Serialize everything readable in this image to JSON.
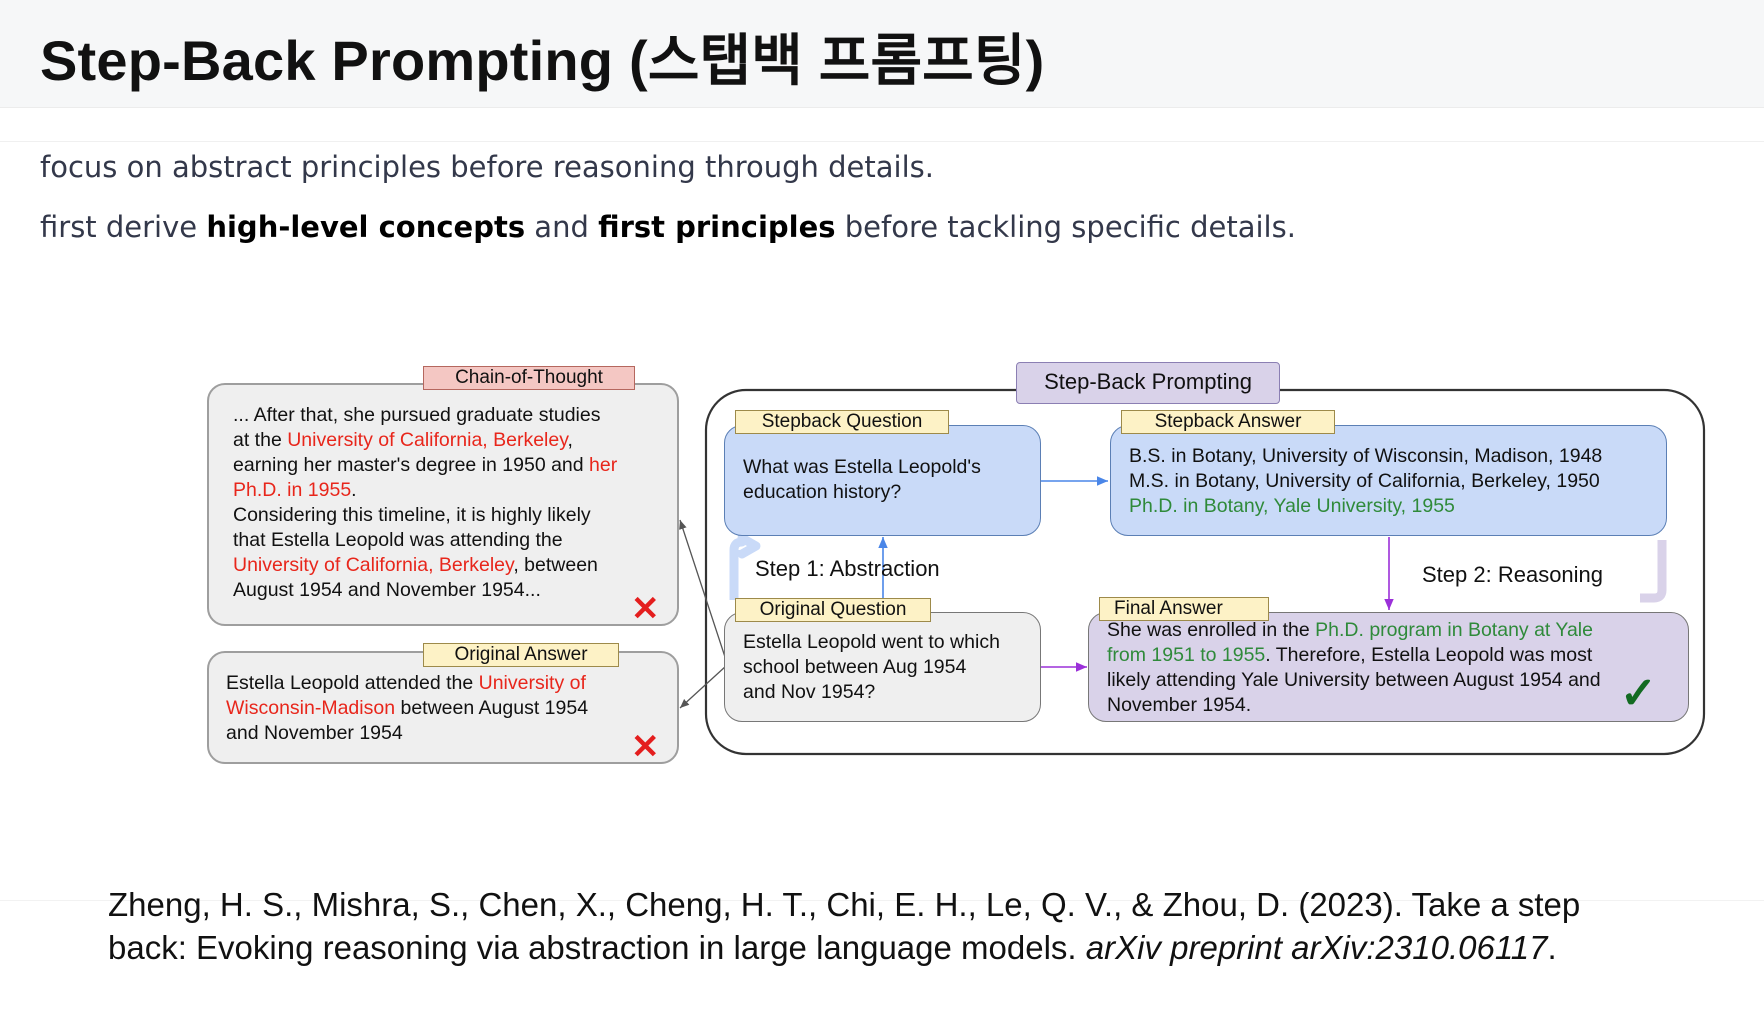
{
  "title": "Step-Back Prompting (스탭백 프롬프팅)",
  "intro": {
    "line1": "focus on abstract principles before reasoning through details.",
    "line2_pre": "first derive ",
    "line2_bold1": "high-level concepts",
    "line2_mid": " and ",
    "line2_bold2": "first principles",
    "line2_post": " before tackling specific details."
  },
  "diagram": {
    "cot": {
      "tag": "Chain-of-Thought",
      "l1": "... After that, she pursued graduate studies",
      "l2a": "at the ",
      "l2b": "University of California, Berkeley",
      "l2c": ",",
      "l3a": "earning her master's degree in 1950 and ",
      "l3b": "her",
      "l4": "Ph.D. in 1955",
      "l4c": ".",
      "l5": "Considering this timeline, it is highly likely",
      "l6": "that Estella Leopold was attending the",
      "l7a": "University of California, Berkeley",
      "l7b": ", between",
      "l8": "August 1954 and November 1954...",
      "mark": "✕"
    },
    "original_answer": {
      "tag": "Original Answer",
      "l1a": "Estella Leopold attended the ",
      "l1b": "University of",
      "l2a": "Wisconsin-Madison",
      "l2b": " between August 1954",
      "l3": "and November 1954",
      "mark": "✕"
    },
    "stepback_prompting": {
      "tag": "Step-Back Prompting"
    },
    "stepback_question": {
      "tag": "Stepback Question",
      "l1": "What was Estella Leopold's",
      "l2": "education history?"
    },
    "stepback_answer": {
      "tag": "Stepback Answer",
      "l1": "B.S. in Botany, University of Wisconsin, Madison, 1948",
      "l2": "M.S. in Botany, University of California, Berkeley, 1950",
      "l3": "Ph.D. in Botany, Yale University, 1955"
    },
    "step1_label": "Step 1: Abstraction",
    "step2_label": "Step 2: Reasoning",
    "original_question": {
      "tag": "Original Question",
      "l1": "Estella Leopold went to which",
      "l2": "school between Aug 1954",
      "l3": "and Nov 1954?"
    },
    "final_answer": {
      "tag": "Final Answer",
      "l1a": "She was enrolled in the ",
      "l1b": "Ph.D. program in Botany at Yale",
      "l2a": "from 1951 to 1955",
      "l2b": ". Therefore, Estella Leopold was most",
      "l3": "likely attending Yale University between August 1954 and",
      "l4": "November 1954.",
      "mark": "✓"
    }
  },
  "citation": {
    "text": "Zheng, H. S., Mishra, S., Chen, X., Cheng, H. T., Chi, E. H., Le, Q. V., & Zhou, D. (2023). Take a step back: Evoking reasoning via abstraction in large language models. ",
    "journal": "arXiv preprint arXiv:2310.06117",
    "end": "."
  },
  "colors": {
    "cot_tag": "#f4c7c3",
    "answer_tag": "#fdf2c6",
    "blue_box": "#c9daf8",
    "purple_box": "#d9d2e9",
    "gray_box": "#efefef",
    "red_text": "#e8261b",
    "green_text": "#2f8a3a",
    "arrow_blue": "#4a86e8",
    "arrow_purple": "#9b30d9"
  }
}
